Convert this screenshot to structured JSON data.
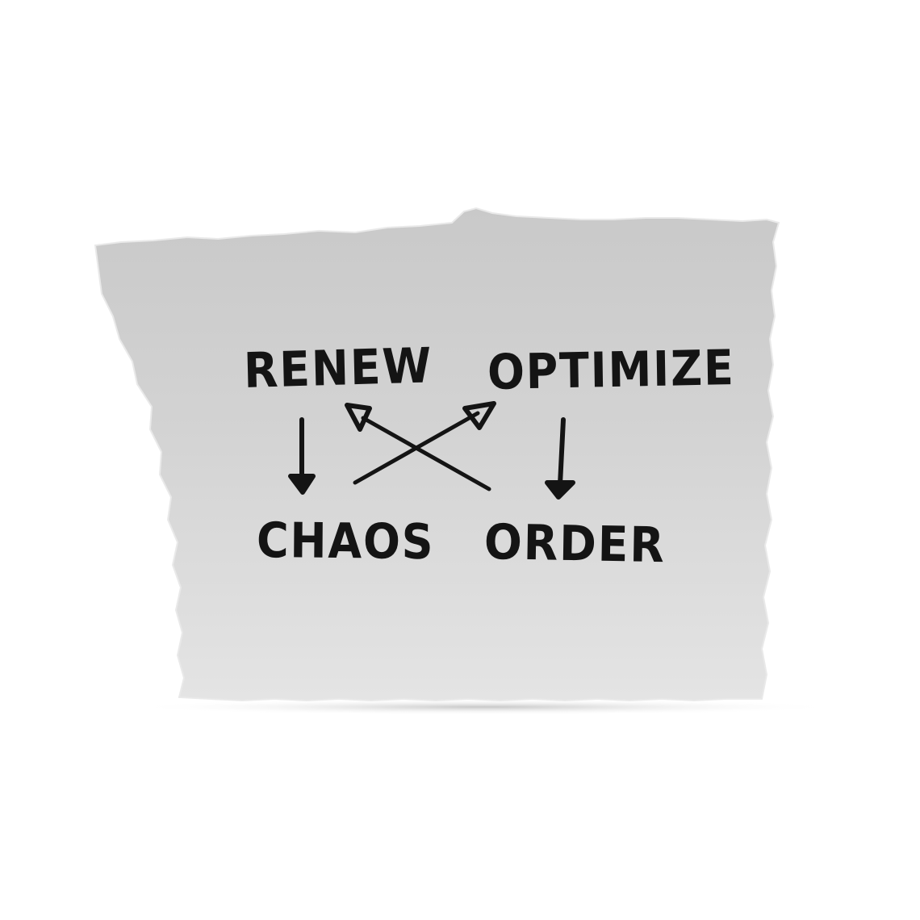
{
  "colors": {
    "background": "#ffffff",
    "paper": "#d2d2d2",
    "ink": "#141414"
  },
  "diagram": {
    "nodes": [
      {
        "id": "renew",
        "label": "RENEW"
      },
      {
        "id": "optimize",
        "label": "OPTIMIZE"
      },
      {
        "id": "chaos",
        "label": "CHAOS"
      },
      {
        "id": "order",
        "label": "ORDER"
      }
    ],
    "edges": [
      {
        "from": "renew",
        "to": "chaos"
      },
      {
        "from": "optimize",
        "to": "order"
      },
      {
        "from": "chaos",
        "to": "optimize"
      },
      {
        "from": "order",
        "to": "renew"
      }
    ]
  }
}
